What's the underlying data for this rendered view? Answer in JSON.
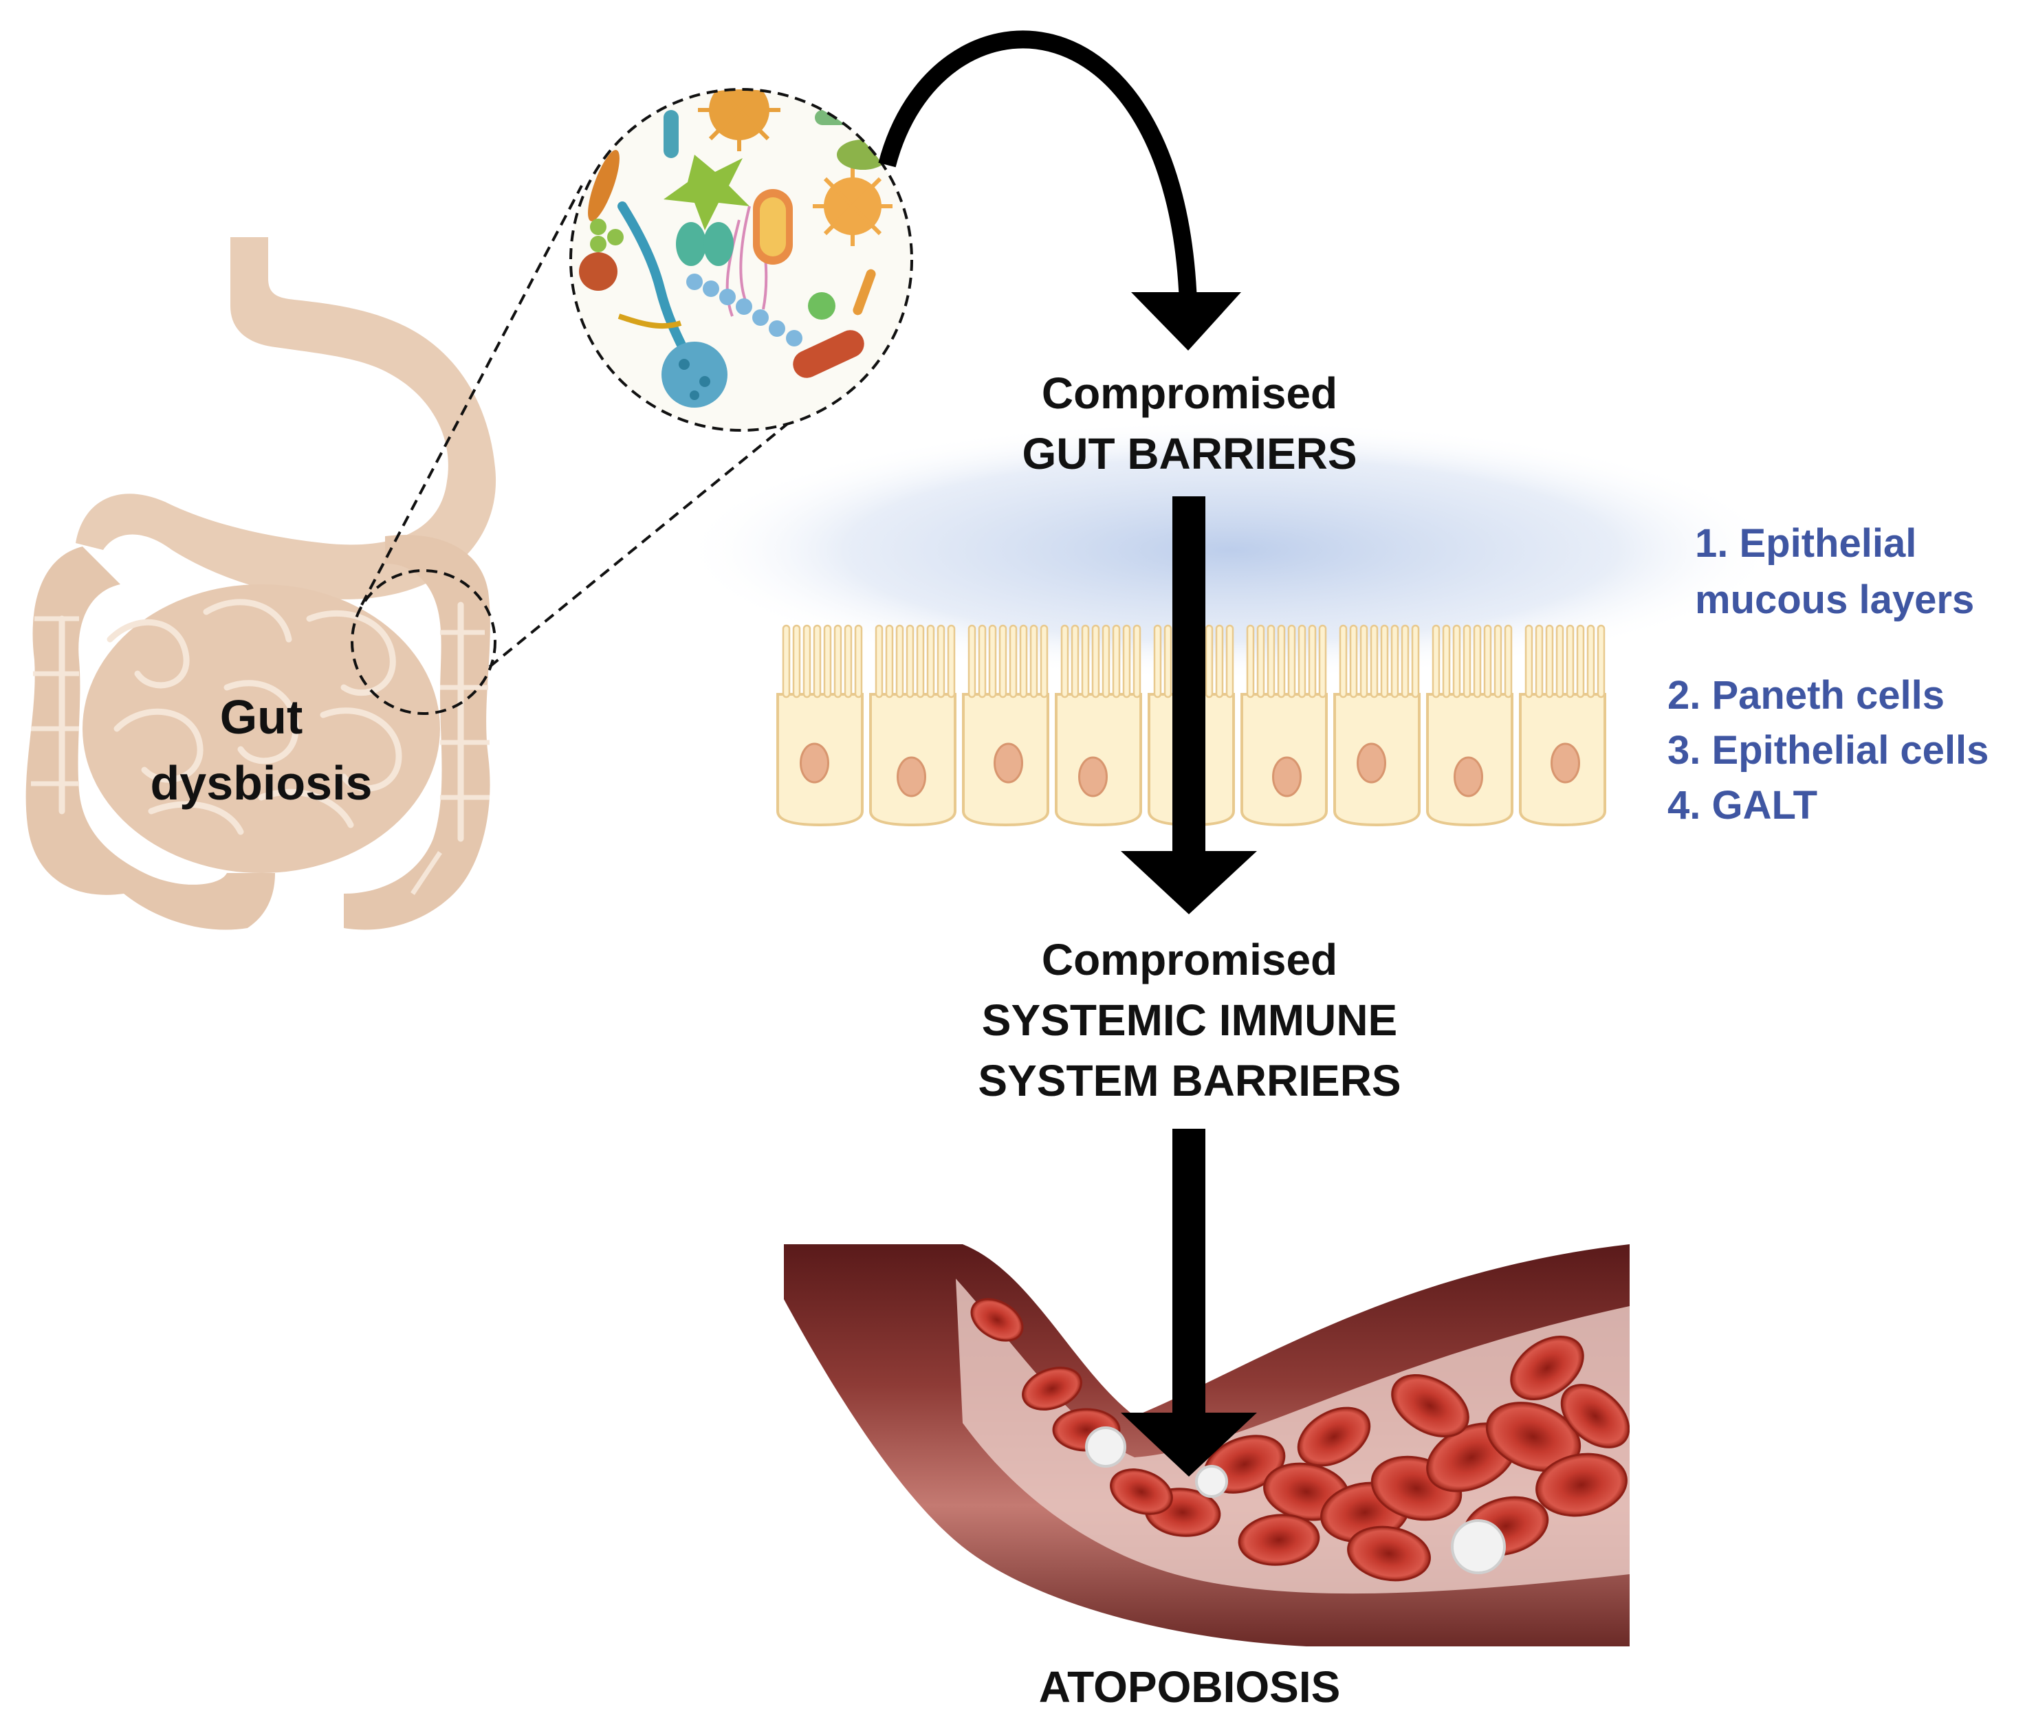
{
  "gut": {
    "label_line1": "Gut",
    "label_line2": "dysbiosis"
  },
  "gut_barriers": {
    "line1": "Compromised",
    "line2": "GUT BARRIERS"
  },
  "barrier_list": {
    "item1_line1": "1. Epithelial",
    "item1_line2": "mucous layers",
    "item2": "2. Paneth cells",
    "item3": "3. Epithelial cells",
    "item4": "4. GALT"
  },
  "systemic": {
    "line1": "Compromised",
    "line2": "SYSTEMIC IMMUNE",
    "line3": "SYSTEM BARRIERS"
  },
  "outcome": {
    "label": "ATOPOBIOSIS"
  },
  "colors": {
    "organ": "#e8cdb6",
    "organ_dark": "#d4b29a",
    "cell_fill": "#fdf1cf",
    "cell_stroke": "#e8c98e",
    "nucleus": "#e9b08f",
    "mucus": "#c8d6ee",
    "blood_vessel": "#7a2626",
    "rbc": "#c0342a",
    "arrow": "#000000",
    "list_text": "#3f56a2"
  }
}
